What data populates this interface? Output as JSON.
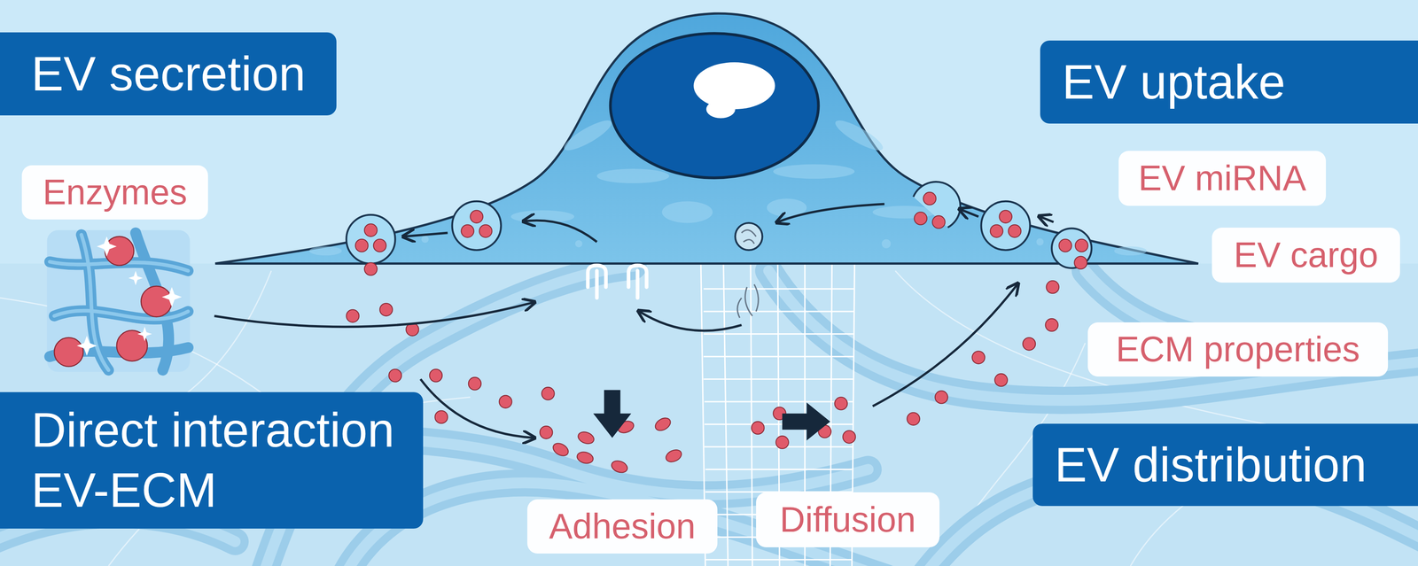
{
  "diagram": {
    "nodes": [
      {
        "text": [
          "EV secretion"
        ]
      },
      {
        "text": [
          "Enzymes"
        ]
      },
      {
        "text": [
          "EV uptake"
        ]
      },
      {
        "text": [
          "EV miRNA"
        ]
      },
      {
        "text": [
          "EV cargo"
        ]
      },
      {
        "text": [
          "ECM properties"
        ]
      },
      {
        "text": [
          "Direct interaction EV-ECM"
        ]
      },
      {
        "text": [
          "Adhesion"
        ]
      },
      {
        "text": [
          "Diffusion"
        ]
      },
      {
        "text": [
          "EV distribution"
        ]
      }
    ]
  }
}
